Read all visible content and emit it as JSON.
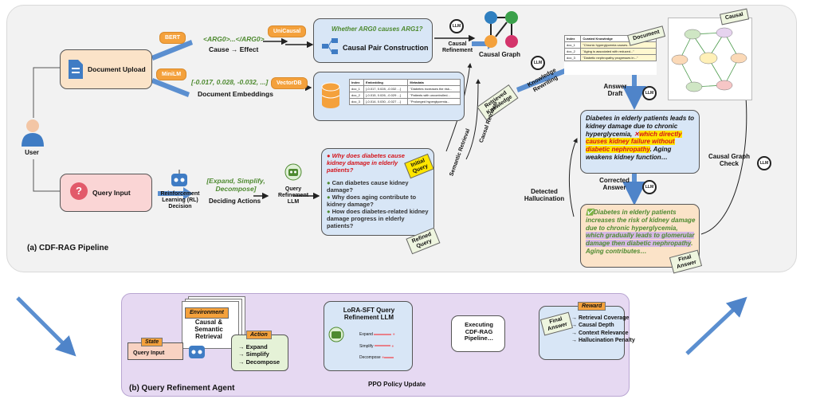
{
  "pipeline": {
    "title": "(a) CDF-RAG Pipeline",
    "user": "User",
    "document_upload": "Document Upload",
    "query_input": "Query Input",
    "bert": "BERT",
    "minilm": "MiniLM",
    "arg_text": "<ARG0>...</ARG0>",
    "cause_effect": "Cause → Effect",
    "embed_values": "[-0.017, 0.028, -0.032, ...]",
    "document_embeddings": "Document Embeddings",
    "unicausal": "UniCausal",
    "vectordb": "VectorDB",
    "whether_question": "Whether ARG0 causes ARG1?",
    "causal_pair": "Causal Pair Construction",
    "causal_refinement": "Causal\nRefinement",
    "causal_graph": "Causal Graph",
    "llm": "LLM",
    "knowledge_rewriting": "Knowledge\nRewriting",
    "retrieved_knowledge": "Retrieved\nKnowledge",
    "semantic_retrieval": "Semantic Retrieval",
    "causal_retrieval": "Causal Retrieval",
    "document_tag": "Document",
    "causal_tag": "Causal",
    "index_hdr": "Index",
    "embedding_hdr": "Embedding",
    "metadata_hdr": "Metadata",
    "emb_rows": [
      {
        "idx": "doc_1",
        "emb": "[-0.017, 0.028, -0.032 ...]",
        "meta": "\"Diabetes increases the risk..."
      },
      {
        "idx": "doc_2",
        "emb": "[-0.015, 0.026, -0.029 ...]",
        "meta": "\"Patients with uncontrolled..."
      },
      {
        "idx": "doc_3",
        "emb": "[-0.014, 0.030, -0.027 ...]",
        "meta": "\"Prolonged hyperglycemia..."
      }
    ],
    "curated_hdr": "Curated Knowledge",
    "curated_rows": [
      {
        "idx": "doc_1",
        "text": "\"Chronic hyperglycemia causes...\""
      },
      {
        "idx": "doc_2",
        "text": "\"Aging is associated with reduced...\""
      },
      {
        "idx": "doc_3",
        "text": "\"Diabetic nephropathy progresses in...\""
      }
    ],
    "rl_decision": "Reinforcement\nLearning (RL)\nDecision",
    "actions_text": "[Expand, Simplify,\nDecompose]",
    "deciding_actions": "Deciding Actions",
    "query_refinement_llm": "Query\nRefinement\nLLM",
    "initial_query_tag": "Initial\nQuery",
    "refined_query_tag": "Refined\nQuery",
    "initial_question": "Why does diabetes cause kidney damage in elderly patients?",
    "refined_questions": [
      "Can diabetes cause kidney damage?",
      "Why does aging contribute to kidney damage?",
      "How does diabetes-related kidney damage progress in elderly patients?"
    ],
    "answer_draft": "Answer\nDraft",
    "draft_pre": "Diabetes in elderly patients leads to kidney damage due to chronic hyperglycemia, ",
    "draft_bad": "which directly causes kidney failure without diabetic nephropathy",
    "draft_post": ". Aging weakens kidney function…",
    "corrected_answer": "Corrected\nAnswer",
    "detected_hallucination": "Detected\nHallucination",
    "causal_graph_check": "Causal Graph\nCheck",
    "final_pre": "Diabetes in elderly patients increases the risk of kidney damage due to chronic hyperglycemia, ",
    "final_good": "which gradually leads to glomerular damage then diabetic nephropathy",
    "final_post": ". Aging contributes…",
    "final_answer_tag": "Final\nAnswer"
  },
  "agent": {
    "title": "(b) Query Refinement Agent",
    "environment": "Environment",
    "env_text": "Causal &\nSemantic\nRetrieval",
    "state": "State",
    "state_text": "Query Input",
    "action": "Action",
    "action_items": [
      "→ Expand",
      "→ Simplify",
      "→ Decompose"
    ],
    "lora": "LoRA-SFT Query\nRefinement LLM",
    "bars": [
      "Expand",
      "Simplify",
      "Decompose"
    ],
    "executing": "Executing\nCDF-RAG\nPipeline…",
    "final_answer": "Final\nAnswer",
    "reward": "Reward",
    "reward_items": [
      "→ Retrieval Coverage",
      "→ Causal Depth",
      "→ Context Relevance",
      "→ Hallucination Penalty"
    ],
    "ppo": "PPO Policy Update"
  },
  "colors": {
    "orange": "#f4a13c",
    "green_text": "#4e8a30",
    "highlight_yellow": "#ffe600",
    "error_red": "#d4141b",
    "blue_arrow": "#5b8fd0"
  }
}
